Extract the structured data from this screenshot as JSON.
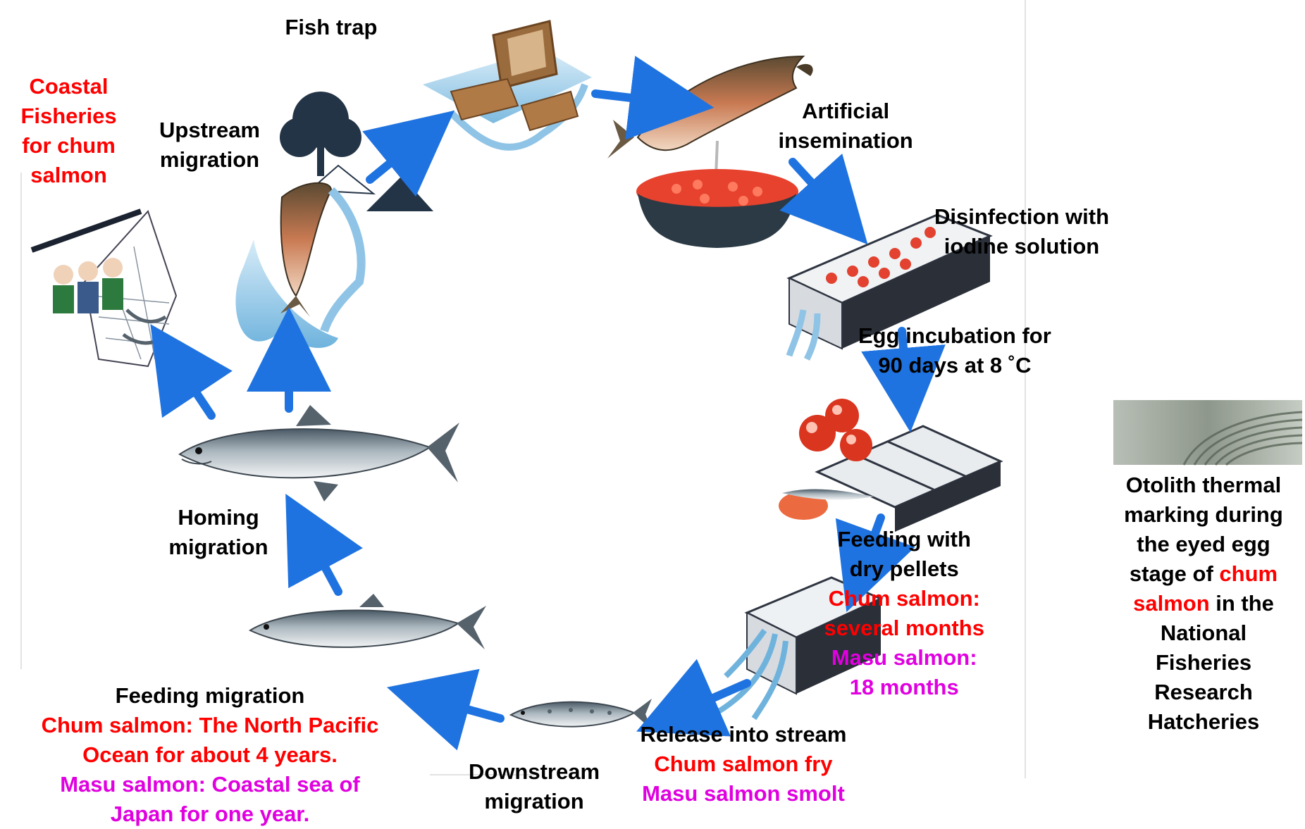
{
  "colors": {
    "arrow": "#1f73e0",
    "chum_text": "#ff0000",
    "masu_text": "#e000e0",
    "body_text": "#000000"
  },
  "stages": {
    "fish_trap": "Fish trap",
    "artificial_insemination": [
      "Artificial",
      "insemination"
    ],
    "disinfection": [
      "Disinfection with",
      "iodine solution"
    ],
    "egg_incubation": [
      "Egg incubation for",
      "90 days at 8 ˚C"
    ],
    "feeding_pellets": {
      "title": [
        "Feeding with",
        "dry pellets"
      ],
      "chum": [
        "Chum salmon:",
        "several months"
      ],
      "masu": [
        "Masu salmon:",
        "18 months"
      ]
    },
    "release": {
      "title": "Release into stream",
      "chum": "Chum salmon fry",
      "masu": "Masu salmon smolt"
    },
    "downstream": [
      "Downstream",
      "migration"
    ],
    "feeding_migration": {
      "title": "Feeding migration",
      "chum": [
        "Chum salmon: The North Pacific",
        "Ocean for about 4 years."
      ],
      "masu": [
        "Masu salmon: Coastal sea of",
        "Japan for one year."
      ]
    },
    "homing": [
      "Homing",
      "migration"
    ],
    "upstream": [
      "Upstream",
      "migration"
    ],
    "coastal": [
      "Coastal",
      "Fisheries",
      "for chum",
      "salmon"
    ]
  },
  "otolith": {
    "line1": "Otolith thermal",
    "line2": "marking during",
    "line3": "the eyed egg",
    "line4_pre": "stage of ",
    "line4_red": "chum",
    "line5_red": "salmon",
    "line5_post": " in the",
    "line6": "National",
    "line7": "Fisheries",
    "line8": "Research",
    "line9": "Hatcheries"
  },
  "icons": [
    "fish-trap-illustration",
    "salmon-insemination-illustration",
    "egg-bowl-illustration",
    "disinfection-tank-illustration",
    "incubation-tray-illustration",
    "release-tank-illustration",
    "smolt-fish-illustration",
    "ocean-fish-illustration",
    "adult-salmon-illustration",
    "jumping-salmon-illustration",
    "tree-icon",
    "fishermen-net-illustration",
    "otolith-photo"
  ]
}
